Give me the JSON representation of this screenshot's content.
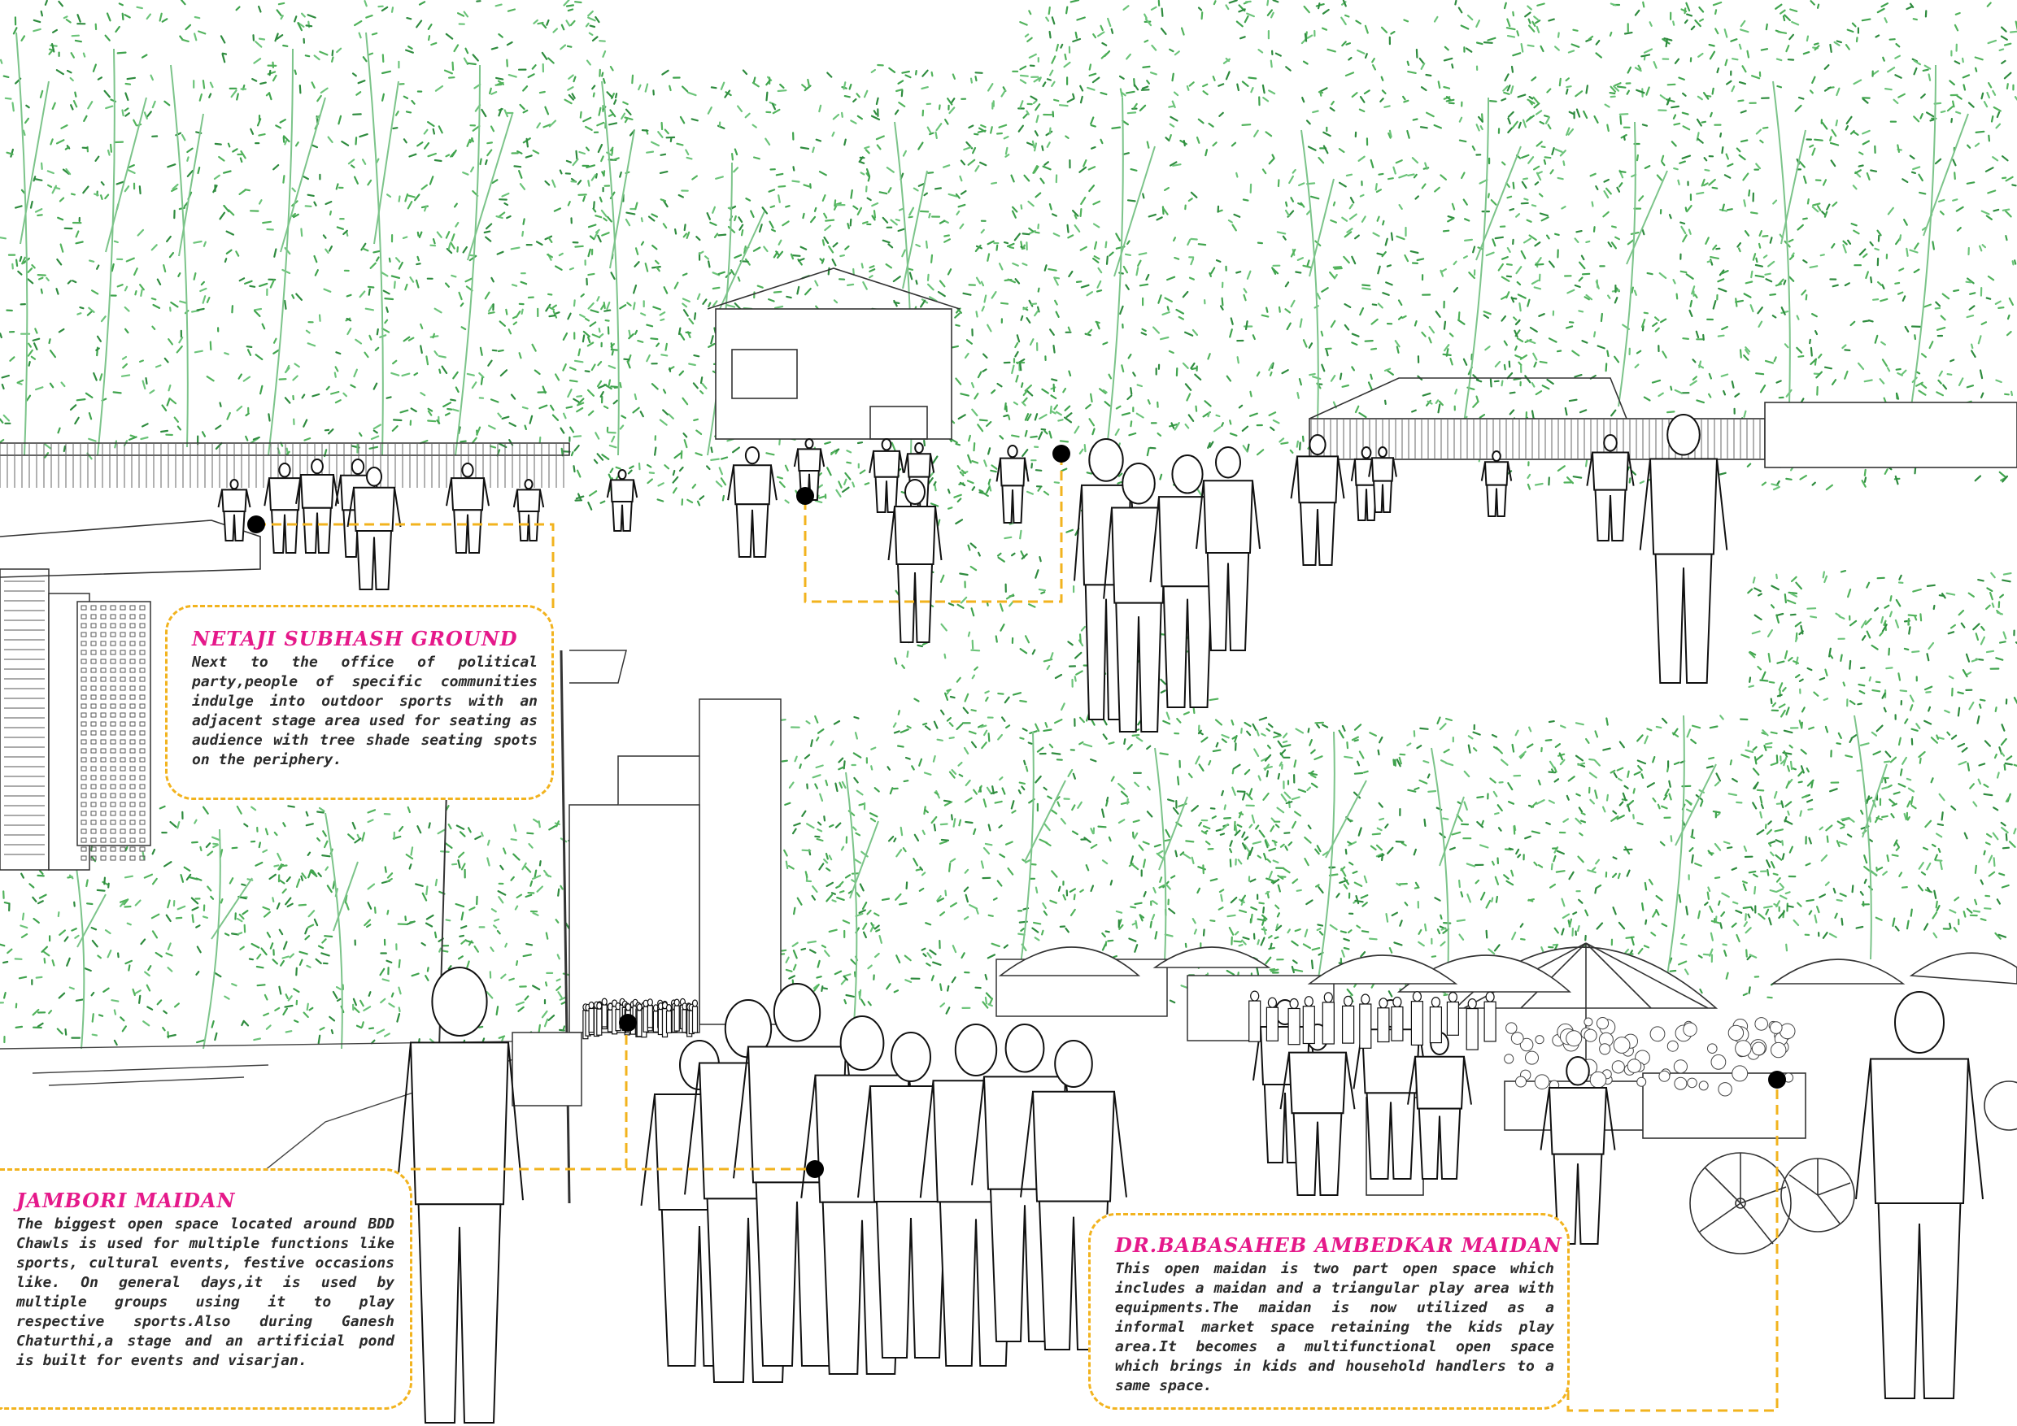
{
  "callouts": {
    "netaji": {
      "title": "NETAJI SUBHASH GROUND",
      "text": "Next to the office of political party,people of specific communities indulge into outdoor sports with an adjacent stage area used for seating as audience with tree shade seating spots on the periphery."
    },
    "jambori": {
      "title": "JAMBORI MAIDAN",
      "text": "The biggest open space located around BDD Chawls is used for multiple functions like sports, cultural events, festive occasions like. On general days,it is used by multiple groups using it to play respective sports.Also during Ganesh Chaturthi,a stage and an artificial pond is built for events and visarjan."
    },
    "ambedkar": {
      "title": "DR.BABASAHEB AMBEDKAR MAIDAN",
      "text": "This open maidan is two part open space which includes a maidan and a triangular play area with equipments.The maidan is now utilized as a informal market space retaining the kids play area.It becomes a multifunctional open space which brings in kids and household handlers to a same space."
    }
  },
  "colors": {
    "title_magenta": "#e5198a",
    "leader_yellow": "#f2b31e",
    "foliage_green": "#3fa34d",
    "line_ink": "#222222"
  }
}
